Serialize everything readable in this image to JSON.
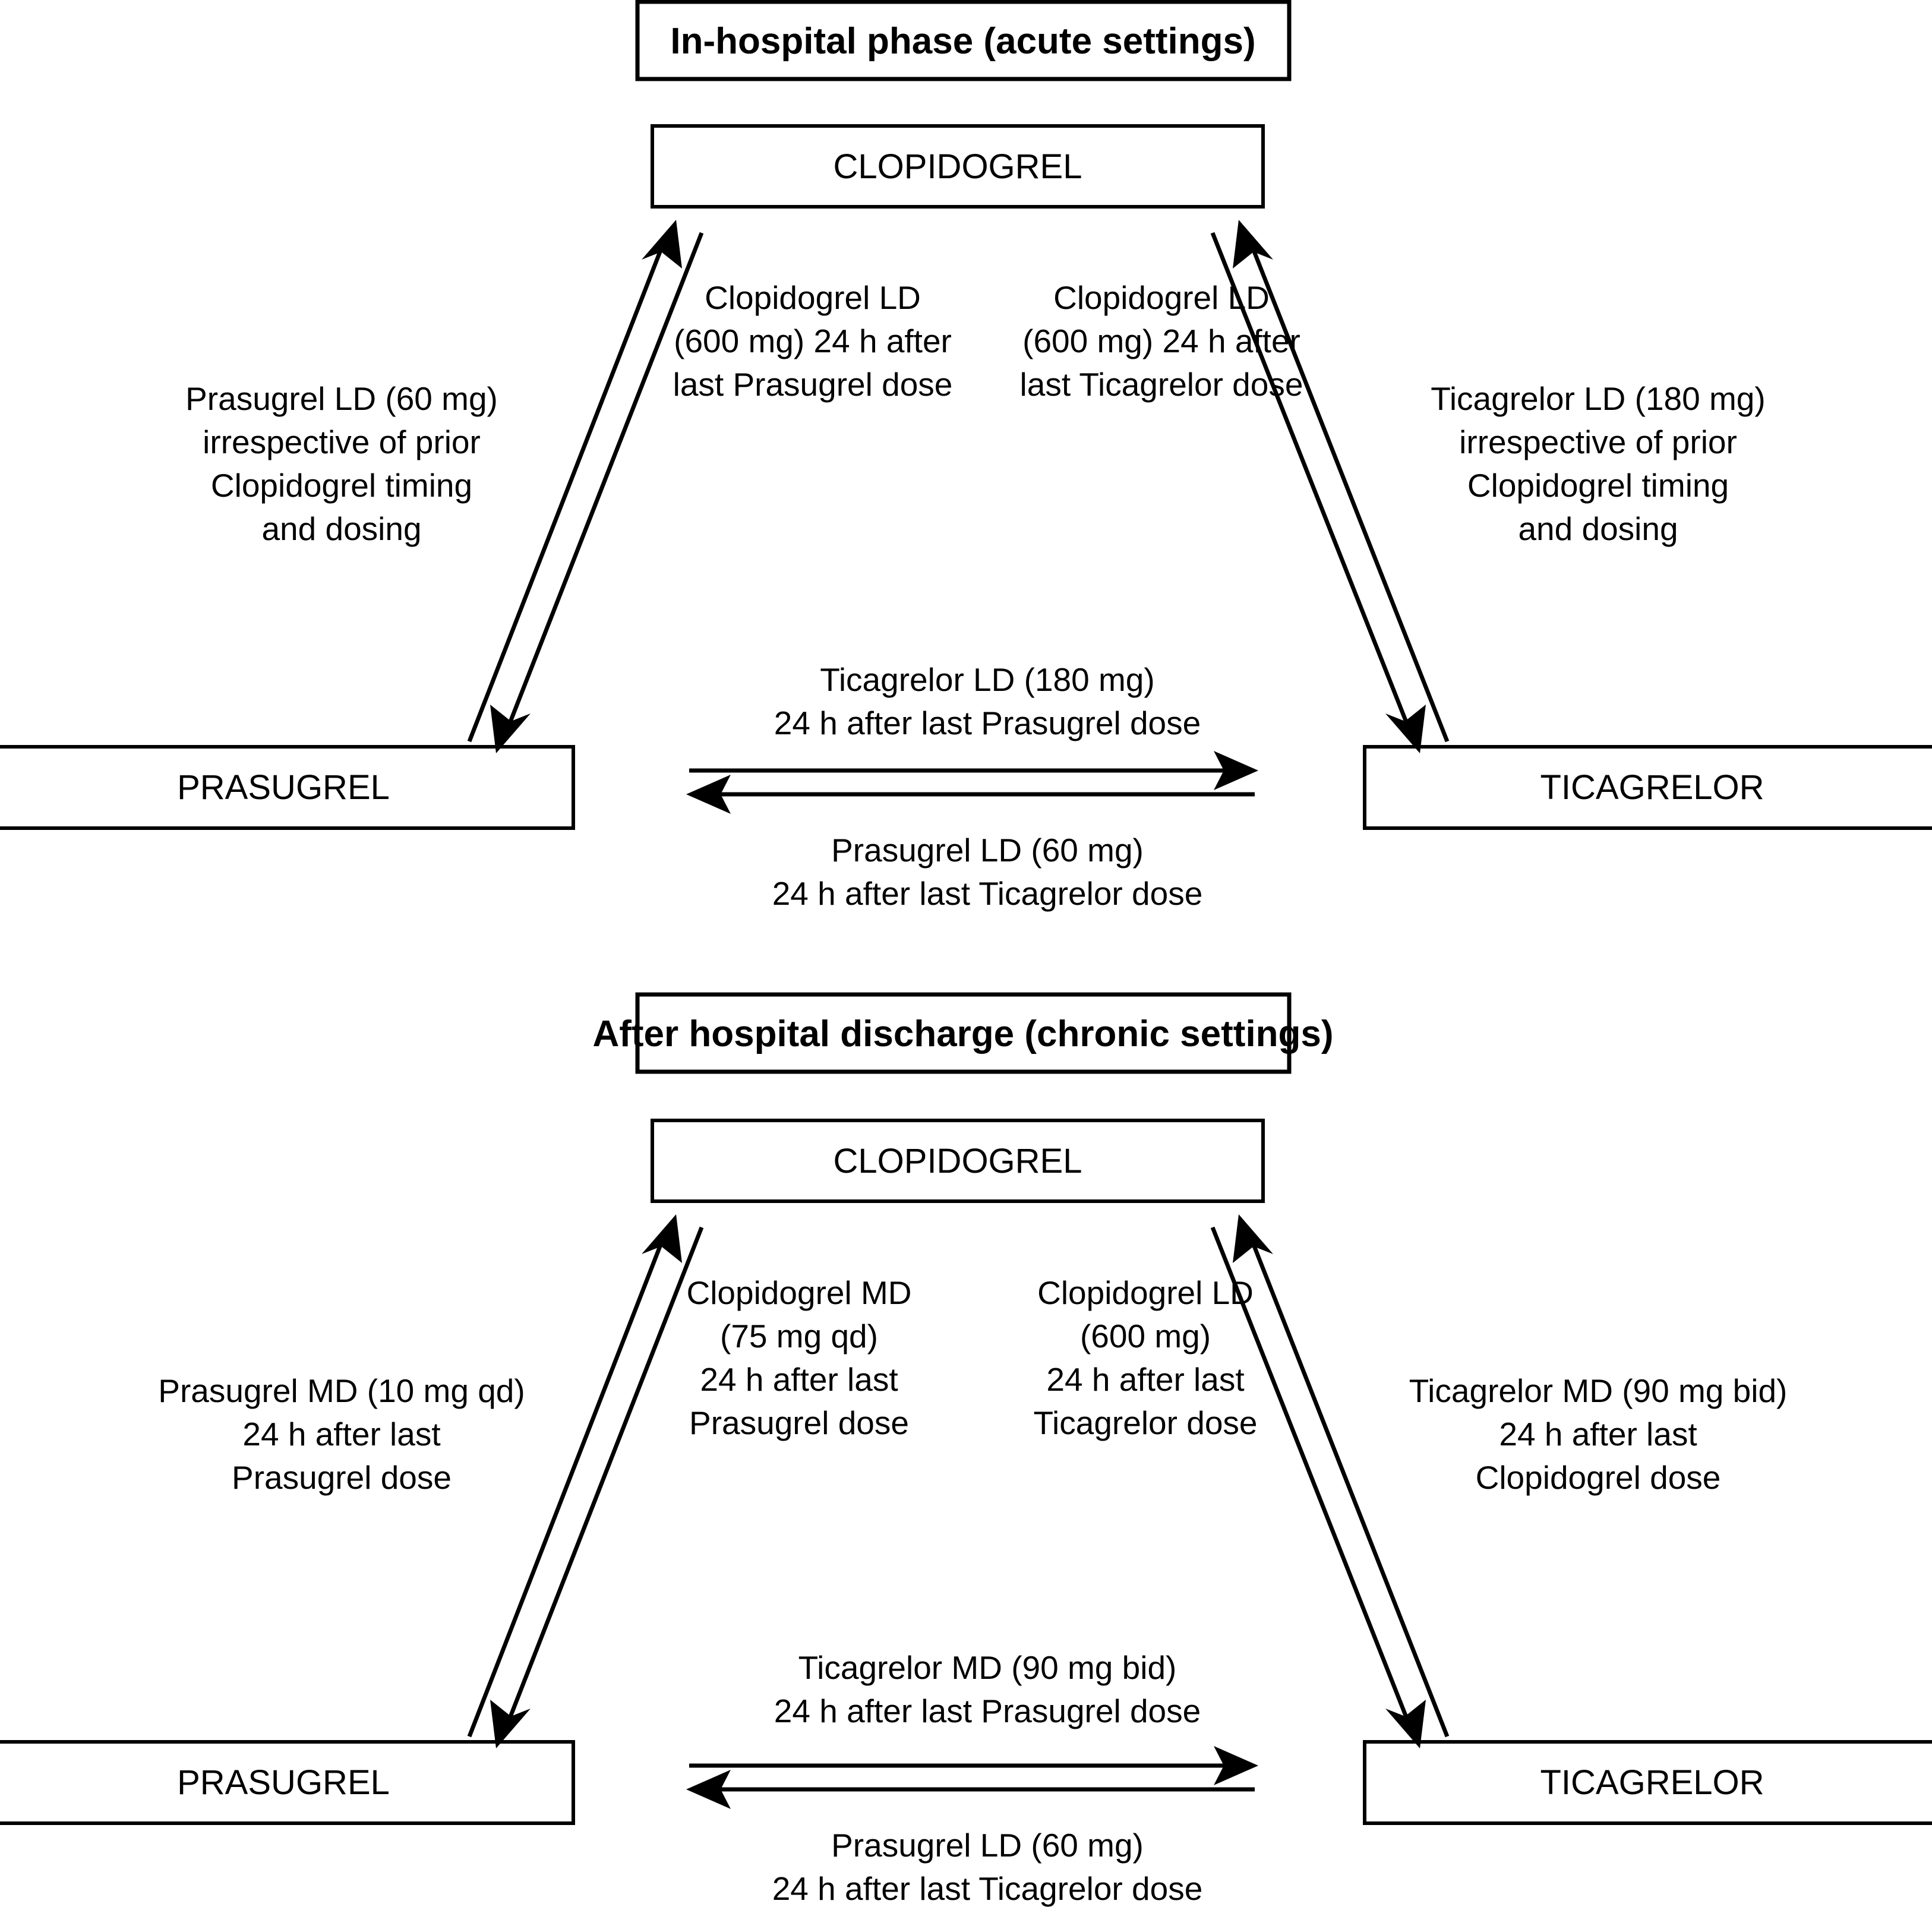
{
  "document": {
    "kind": "flow-diagram",
    "subject": "P2Y12 inhibitor switching algorithm"
  },
  "sections": [
    {
      "id": "acute",
      "title": "In-hospital phase (acute settings)",
      "nodes": {
        "top": "CLOPIDOGREL",
        "left": "PRASUGREL",
        "right": "TICAGRELOR"
      },
      "edges": {
        "left_outward": {
          "lines": [
            "Prasugrel LD (60 mg)",
            "irrespective of prior",
            "Clopidogrel timing",
            "and dosing"
          ]
        },
        "left_inward": {
          "lines": [
            "Clopidogrel LD",
            "(600 mg) 24 h after",
            "last Prasugrel dose"
          ]
        },
        "right_inward": {
          "lines": [
            "Clopidogrel LD",
            "(600 mg) 24 h after",
            "last Ticagrelor dose"
          ]
        },
        "right_outward": {
          "lines": [
            "Ticagrelor LD (180 mg)",
            "irrespective of prior",
            "Clopidogrel timing",
            "and dosing"
          ]
        },
        "bottom_rightward": {
          "lines": [
            "Ticagrelor LD (180 mg)",
            "24 h after last Prasugrel dose"
          ]
        },
        "bottom_leftward": {
          "lines": [
            "Prasugrel LD (60 mg)",
            "24 h after last Ticagrelor dose"
          ]
        }
      }
    },
    {
      "id": "chronic",
      "title": "After hospital discharge (chronic settings)",
      "nodes": {
        "top": "CLOPIDOGREL",
        "left": "PRASUGREL",
        "right": "TICAGRELOR"
      },
      "edges": {
        "left_outward": {
          "lines": [
            "Prasugrel MD (10 mg qd)",
            "24 h after last",
            "Prasugrel dose"
          ]
        },
        "left_inward": {
          "lines": [
            "Clopidogrel MD",
            "(75 mg qd)",
            "24 h after last",
            "Prasugrel dose"
          ]
        },
        "right_inward": {
          "lines": [
            "Clopidogrel LD",
            "(600 mg)",
            "24 h after last",
            "Ticagrelor dose"
          ]
        },
        "right_outward": {
          "lines": [
            "Ticagrelor MD (90 mg bid)",
            "24 h after last",
            "Clopidogrel dose"
          ]
        },
        "bottom_rightward": {
          "lines": [
            "Ticagrelor MD (90 mg bid)",
            "24 h after last Prasugrel dose"
          ]
        },
        "bottom_leftward": {
          "lines": [
            "Prasugrel LD (60 mg)",
            "24 h after last Ticagrelor dose"
          ]
        }
      }
    }
  ],
  "colors": {
    "stroke": "#000000",
    "background": "#ffffff",
    "text": "#000000"
  }
}
